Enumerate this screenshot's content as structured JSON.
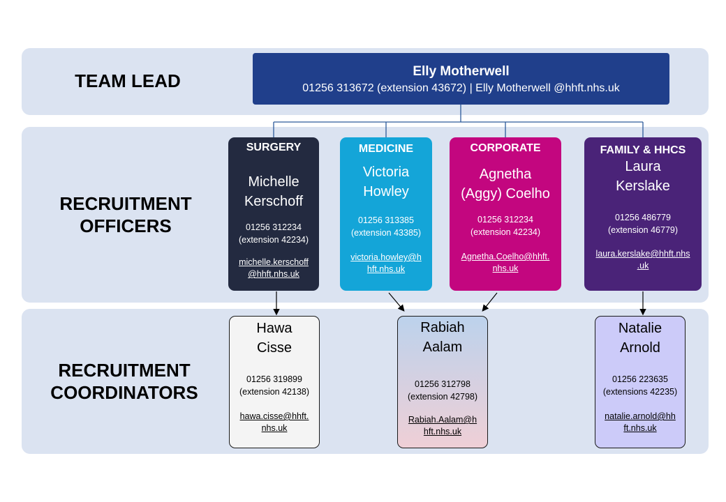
{
  "rows": {
    "team_lead": "TEAM LEAD",
    "officers_line1": "RECRUITMENT",
    "officers_line2": "OFFICERS",
    "coordinators_line1": "RECRUITMENT",
    "coordinators_line2": "COORDINATORS"
  },
  "lead": {
    "name": "Elly Motherwell",
    "contact": "01256 313672 (extension 43672) | Elly Motherwell @hhft.nhs.uk"
  },
  "officers": [
    {
      "dept": "SURGERY",
      "name1": "Michelle",
      "name2": "Kerschoff",
      "phone": "01256 312234",
      "ext": "(extension 42234)",
      "email1": "michelle.kerschoff",
      "email2": "@hhft.nhs.uk",
      "color": "#232a40"
    },
    {
      "dept": "MEDICINE",
      "name1": "Victoria",
      "name2": "Howley",
      "phone": "01256 313385",
      "ext": "(extension 43385)",
      "email1": "victoria.howley@h",
      "email2": "hft.nhs.uk",
      "color": "#14a5d8"
    },
    {
      "dept": "CORPORATE",
      "name1": "Agnetha",
      "name2": "(Aggy) Coelho",
      "phone": "01256 312234",
      "ext": "(extension 42234)",
      "email1": "Agnetha.Coelho@hhft.",
      "email2": "nhs.uk",
      "color": "#c3067f"
    },
    {
      "dept": "FAMILY & HHCS",
      "name1": "Laura",
      "name2": "Kerslake",
      "phone": "01256 486779",
      "ext": "(extension 46779)",
      "email1": "laura.kerslake@hhft.nhs",
      "email2": ".uk",
      "color": "#4a2378"
    }
  ],
  "coordinators": [
    {
      "name1": "Hawa",
      "name2": "Cisse",
      "phone": "01256 319899",
      "ext": "(extension 42138)",
      "email1": "hawa.cisse@hhft.",
      "email2": "nhs.uk"
    },
    {
      "name1": "Rabiah",
      "name2": "Aalam",
      "phone": "01256 312798",
      "ext": "(extension 42798)",
      "email1": "Rabiah.Aalam@h",
      "email2": "hft.nhs.uk"
    },
    {
      "name1": "Natalie",
      "name2": "Arnold",
      "phone": "01256 223635",
      "ext": "(extensions 42235)",
      "email1": "natalie.arnold@hh",
      "email2": "ft.nhs.uk"
    }
  ],
  "colors": {
    "band": "#dbe3f1",
    "lead": "#203f8b",
    "connector": "#2c5a9a",
    "coord_hawa": "#f4f4f4",
    "coord_rabiah_top": "#bcd2ec",
    "coord_rabiah_bottom": "#efcfd6",
    "coord_natalie": "#cccbf9"
  }
}
